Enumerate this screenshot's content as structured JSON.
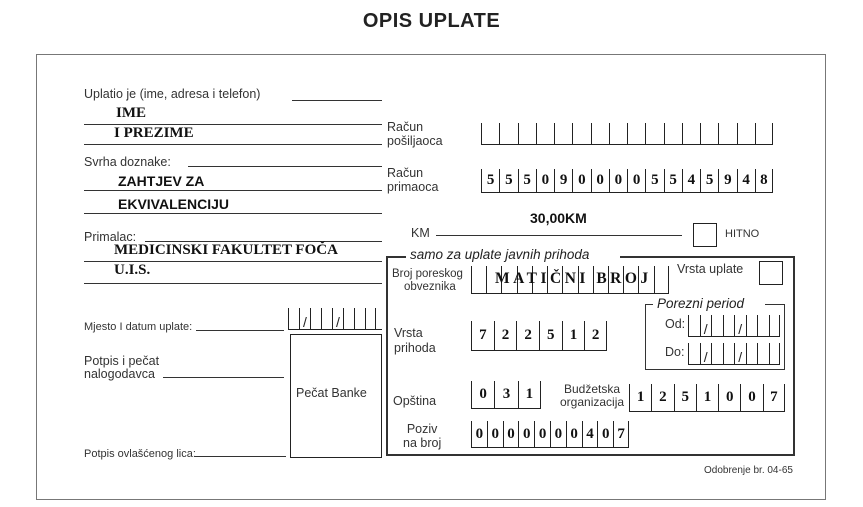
{
  "title": "OPIS UPLATE",
  "payer": {
    "label": "Uplatio je (ime, adresa i telefon)",
    "line1": "IME",
    "line2": "I PREZIME"
  },
  "purpose": {
    "label": "Svrha doznake:",
    "line1": "ZAHTJEV ZA",
    "line2": "EKVIVALENCIJU"
  },
  "recipient": {
    "label": "Primalac:",
    "line1": "MEDICINSKI FAKULTET FOČA",
    "line2": "U.I.S."
  },
  "place_date": {
    "label": "Mjesto I datum uplate:"
  },
  "signature_payer": {
    "label_line1": "Potpis i pečat",
    "label_line2": "nalogodavca"
  },
  "signature_authorized": {
    "label": "Potpis ovlašćenog lica:"
  },
  "bank_stamp": {
    "label": "Pečat Banke"
  },
  "sender_account": {
    "label_line1": "Račun",
    "label_line2": "pošiljaoca"
  },
  "recipient_account": {
    "label_line1": "Račun",
    "label_line2": "primaoca",
    "digits": [
      "5",
      "5",
      "5",
      "0",
      "9",
      "0",
      "0",
      "0",
      "0",
      "5",
      "5",
      "4",
      "5",
      "9",
      "4",
      "8"
    ]
  },
  "amount": {
    "label": "KM",
    "value": "30,00KM"
  },
  "urgent": {
    "label": "HITNO"
  },
  "public_revenue": {
    "section_label": "samo za uplate javnih prihoda",
    "tax_id_label_line1": "Broj poreskog",
    "tax_id_label_line2": "obveznika",
    "tax_id_value": "MATIČNI BROJ",
    "payment_type_label": "Vrsta uplate",
    "tax_period_label": "Porezni period",
    "from_label": "Od:",
    "to_label": "Do:",
    "revenue_type_label_line1": "Vrsta",
    "revenue_type_label_line2": "prihoda",
    "revenue_type_digits": [
      "7",
      "2",
      "2",
      "5",
      "1",
      "2"
    ],
    "municipality_label": "Opština",
    "municipality_digits": [
      "0",
      "3",
      "1"
    ],
    "budget_org_label_line1": "Budžetska",
    "budget_org_label_line2": "organizacija",
    "budget_org_digits": [
      "1",
      "2",
      "5",
      "1",
      "0",
      "0",
      "7"
    ],
    "reference_label_line1": "Poziv",
    "reference_label_line2": "na broj",
    "reference_digits": [
      "0",
      "0",
      "0",
      "0",
      "0",
      "0",
      "0",
      "4",
      "0",
      "7"
    ]
  },
  "approval": "Odobrenje br. 04-65"
}
